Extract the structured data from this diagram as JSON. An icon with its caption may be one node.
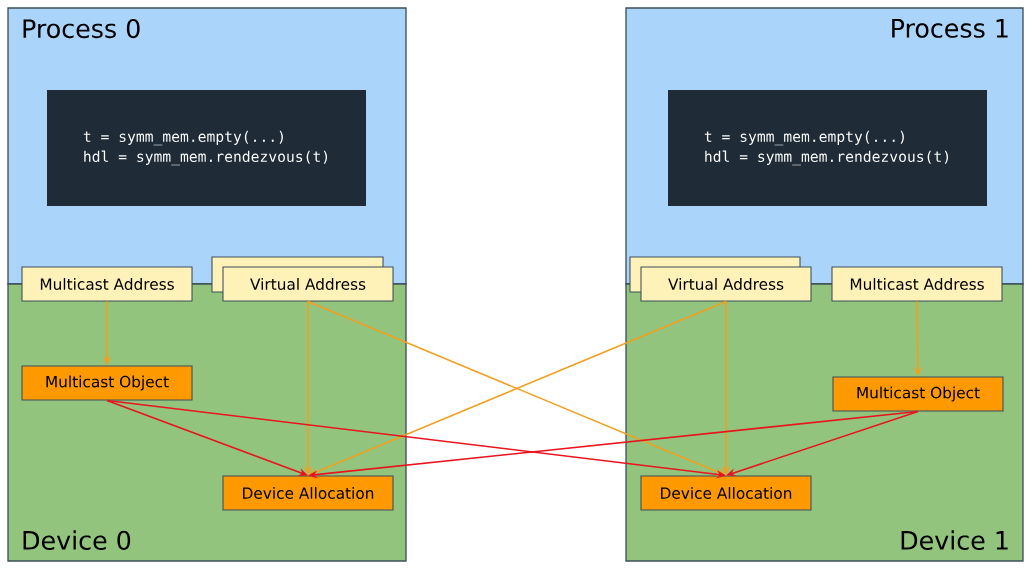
{
  "diagram": {
    "nodes": [
      {
        "text": [
          "Process 0"
        ]
      },
      {
        "text": [
          "Device 0"
        ]
      },
      {
        "text": [
          "t = symm_mem.empty(...)",
          "hdl = symm_mem.rendezvous(t)"
        ],
        "in": 0
      },
      {
        "text": [
          "Multicast Address"
        ]
      },
      {
        "text": [],
        "shape": "box"
      },
      {
        "text": [
          "Virtual Address"
        ]
      },
      {
        "text": [
          "Multicast Object"
        ],
        "in": 1
      },
      {
        "text": [
          "Device Allocation"
        ],
        "in": 1
      },
      {
        "text": [
          "Process 1"
        ]
      },
      {
        "text": [
          "Device 1"
        ]
      },
      {
        "text": [
          "t = symm_mem.empty(...)",
          "hdl = symm_mem.rendezvous(t)"
        ],
        "in": 8
      },
      {
        "text": [],
        "shape": "box"
      },
      {
        "text": [
          "Virtual Address"
        ]
      },
      {
        "text": [
          "Multicast Address"
        ]
      },
      {
        "text": [
          "Multicast Object"
        ],
        "in": 9
      },
      {
        "text": [
          "Device Allocation"
        ],
        "in": 9
      }
    ],
    "edges": [
      {
        "from": 3,
        "to": 6,
        "arrow": "to"
      },
      {
        "from": 5,
        "to": 7,
        "arrow": "to"
      },
      {
        "from": 5,
        "to": 15,
        "arrow": "to"
      },
      {
        "from": 12,
        "to": 7,
        "arrow": "to"
      },
      {
        "from": 12,
        "to": 15,
        "arrow": "to"
      },
      {
        "from": 13,
        "to": 14,
        "arrow": "to"
      },
      {
        "from": 6,
        "to": 7,
        "arrow": "to",
        "color": "#e8141e"
      },
      {
        "from": 6,
        "to": 15,
        "arrow": "to",
        "color": "#e8141e"
      },
      {
        "from": 14,
        "to": 15,
        "arrow": "to",
        "color": "#e8141e"
      },
      {
        "from": 14,
        "to": 7,
        "arrow": "to",
        "color": "#e8141e"
      }
    ]
  }
}
